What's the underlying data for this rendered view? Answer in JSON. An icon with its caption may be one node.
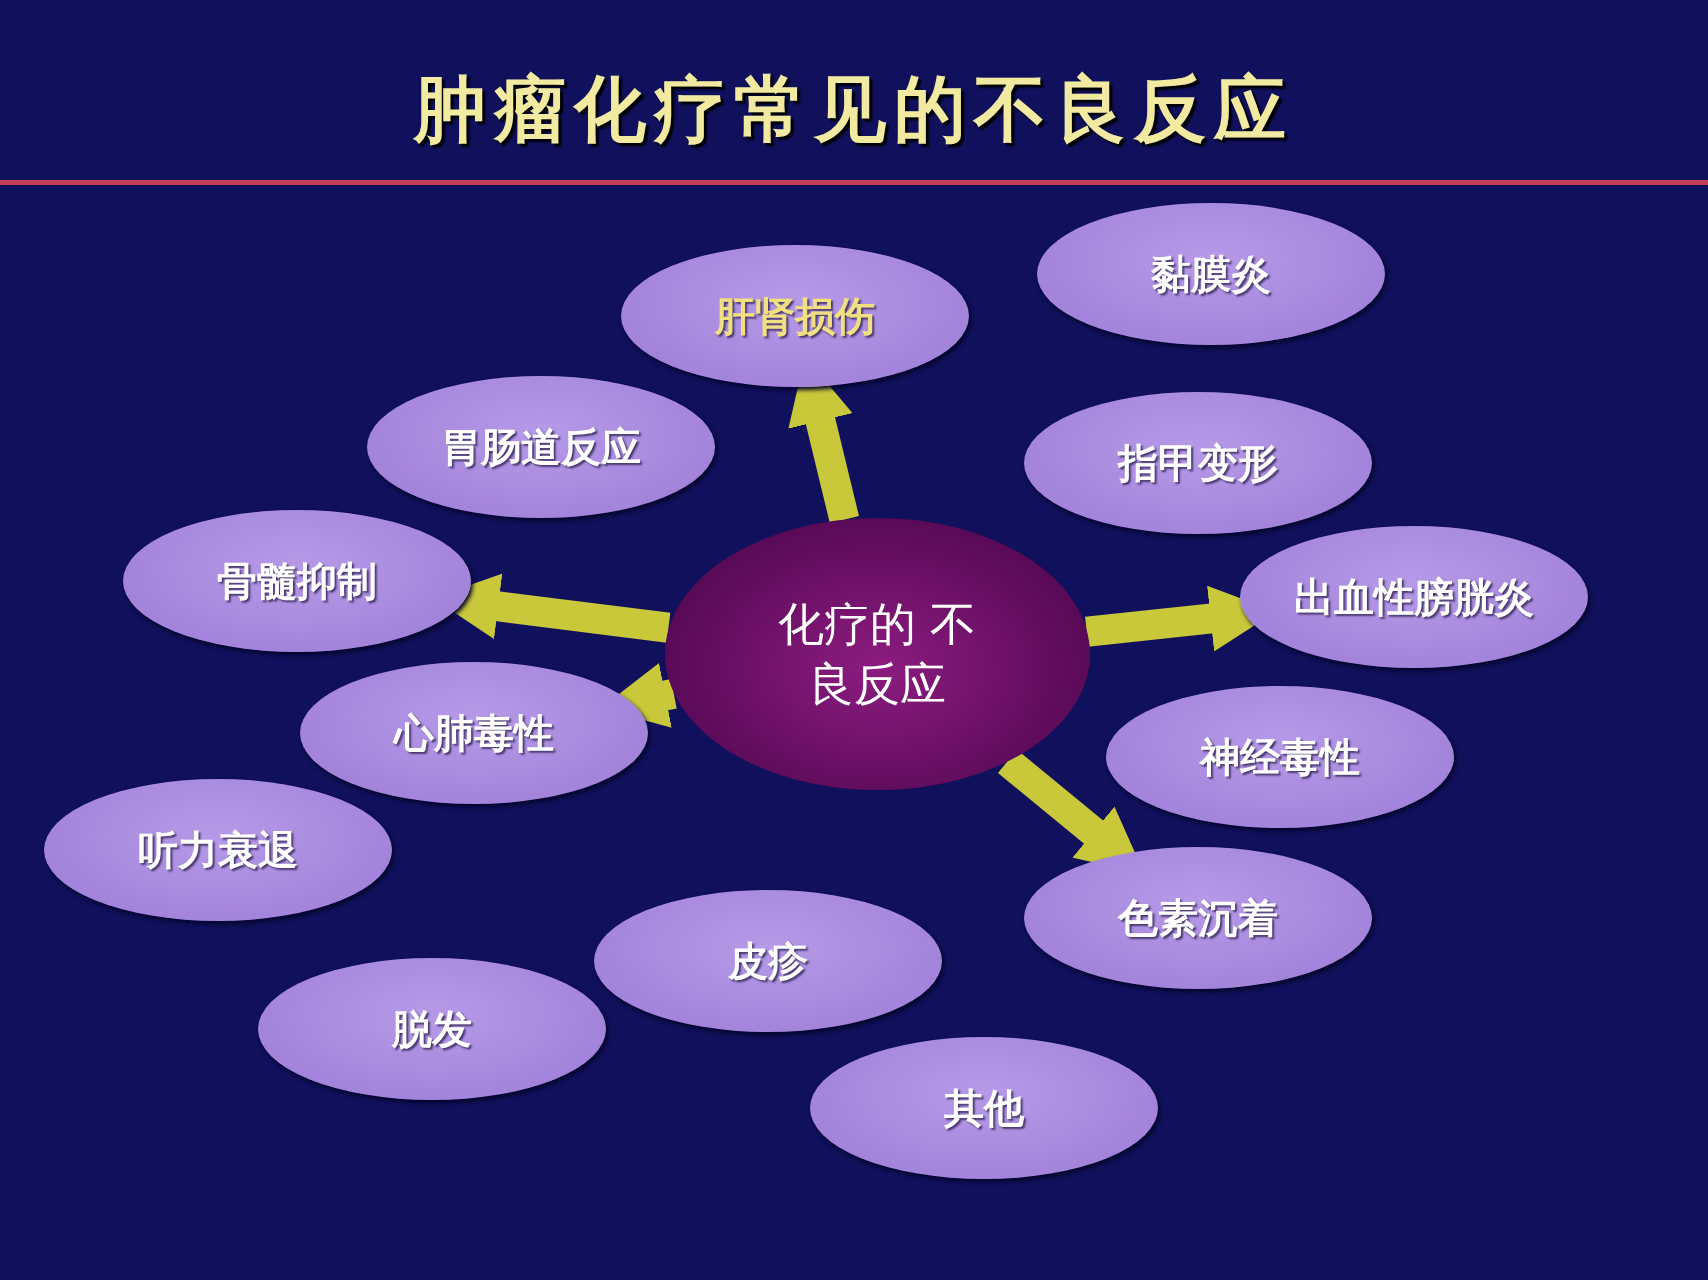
{
  "diagram": {
    "title": "肿瘤化疗常见的不良反应",
    "nodes": [
      {
        "text": [
          "化疗的 不良反应"
        ]
      },
      {
        "text": [
          "黏膜炎"
        ]
      },
      {
        "text": [
          "肝肾损伤"
        ]
      },
      {
        "text": [
          "胃肠道反应"
        ]
      },
      {
        "text": [
          "指甲变形"
        ]
      },
      {
        "text": [
          "骨髓抑制"
        ]
      },
      {
        "text": [
          "出血性膀胱炎"
        ]
      },
      {
        "text": [
          "心肺毒性"
        ]
      },
      {
        "text": [
          "神经毒性"
        ]
      },
      {
        "text": [
          "听力衰退"
        ]
      },
      {
        "text": [
          "色素沉着"
        ]
      },
      {
        "text": [
          "皮疹"
        ]
      },
      {
        "text": [
          "脱发"
        ]
      },
      {
        "text": [
          "其他"
        ]
      }
    ],
    "edges": [
      {
        "from": 0,
        "to": 2,
        "arrow": "to"
      },
      {
        "from": 0,
        "to": 5,
        "arrow": "to"
      },
      {
        "from": 0,
        "to": 6,
        "arrow": "to"
      },
      {
        "from": 0,
        "to": 7,
        "arrow": "to"
      },
      {
        "from": 0,
        "to": 10,
        "arrow": "to"
      }
    ]
  }
}
